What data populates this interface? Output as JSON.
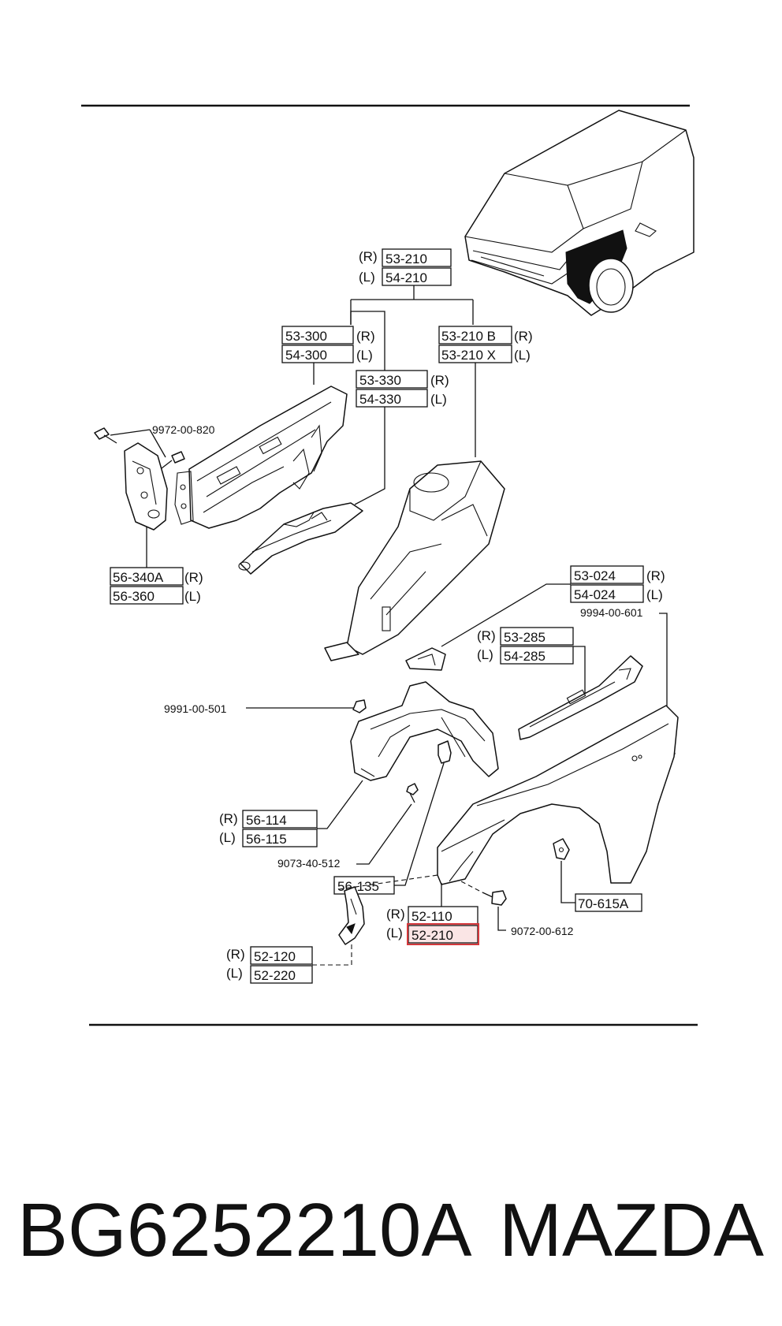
{
  "callouts": {
    "c_53_210_r": "53-210",
    "c_54_210_l": "54-210",
    "c_53_300": "53-300",
    "c_54_300": "54-300",
    "c_53_330": "53-330",
    "c_54_330": "54-330",
    "c_53_210b": "53-210 B",
    "c_53_210x": "53-210 X",
    "c_9972": "9972-00-820",
    "c_56_340a": "56-340A",
    "c_56_360": "56-360",
    "c_53_024": "53-024",
    "c_54_024": "54-024",
    "c_9994": "9994-00-601",
    "c_53_285": "53-285",
    "c_54_285": "54-285",
    "c_9991": "9991-00-501",
    "c_56_114": "56-114",
    "c_56_115": "56-115",
    "c_9073": "9073-40-512",
    "c_56_135": "56-135",
    "c_52_110": "52-110",
    "c_52_210": "52-210",
    "c_9072": "9072-00-612",
    "c_70_615a": "70-615A",
    "c_52_120": "52-120",
    "c_52_220": "52-220"
  },
  "side": {
    "r": "(R)",
    "l": "(L)"
  },
  "highlight": {
    "part": "52-210",
    "color": "#d4373b"
  },
  "footer": {
    "part_number": "BG6252210A",
    "brand": "MAZDA"
  }
}
